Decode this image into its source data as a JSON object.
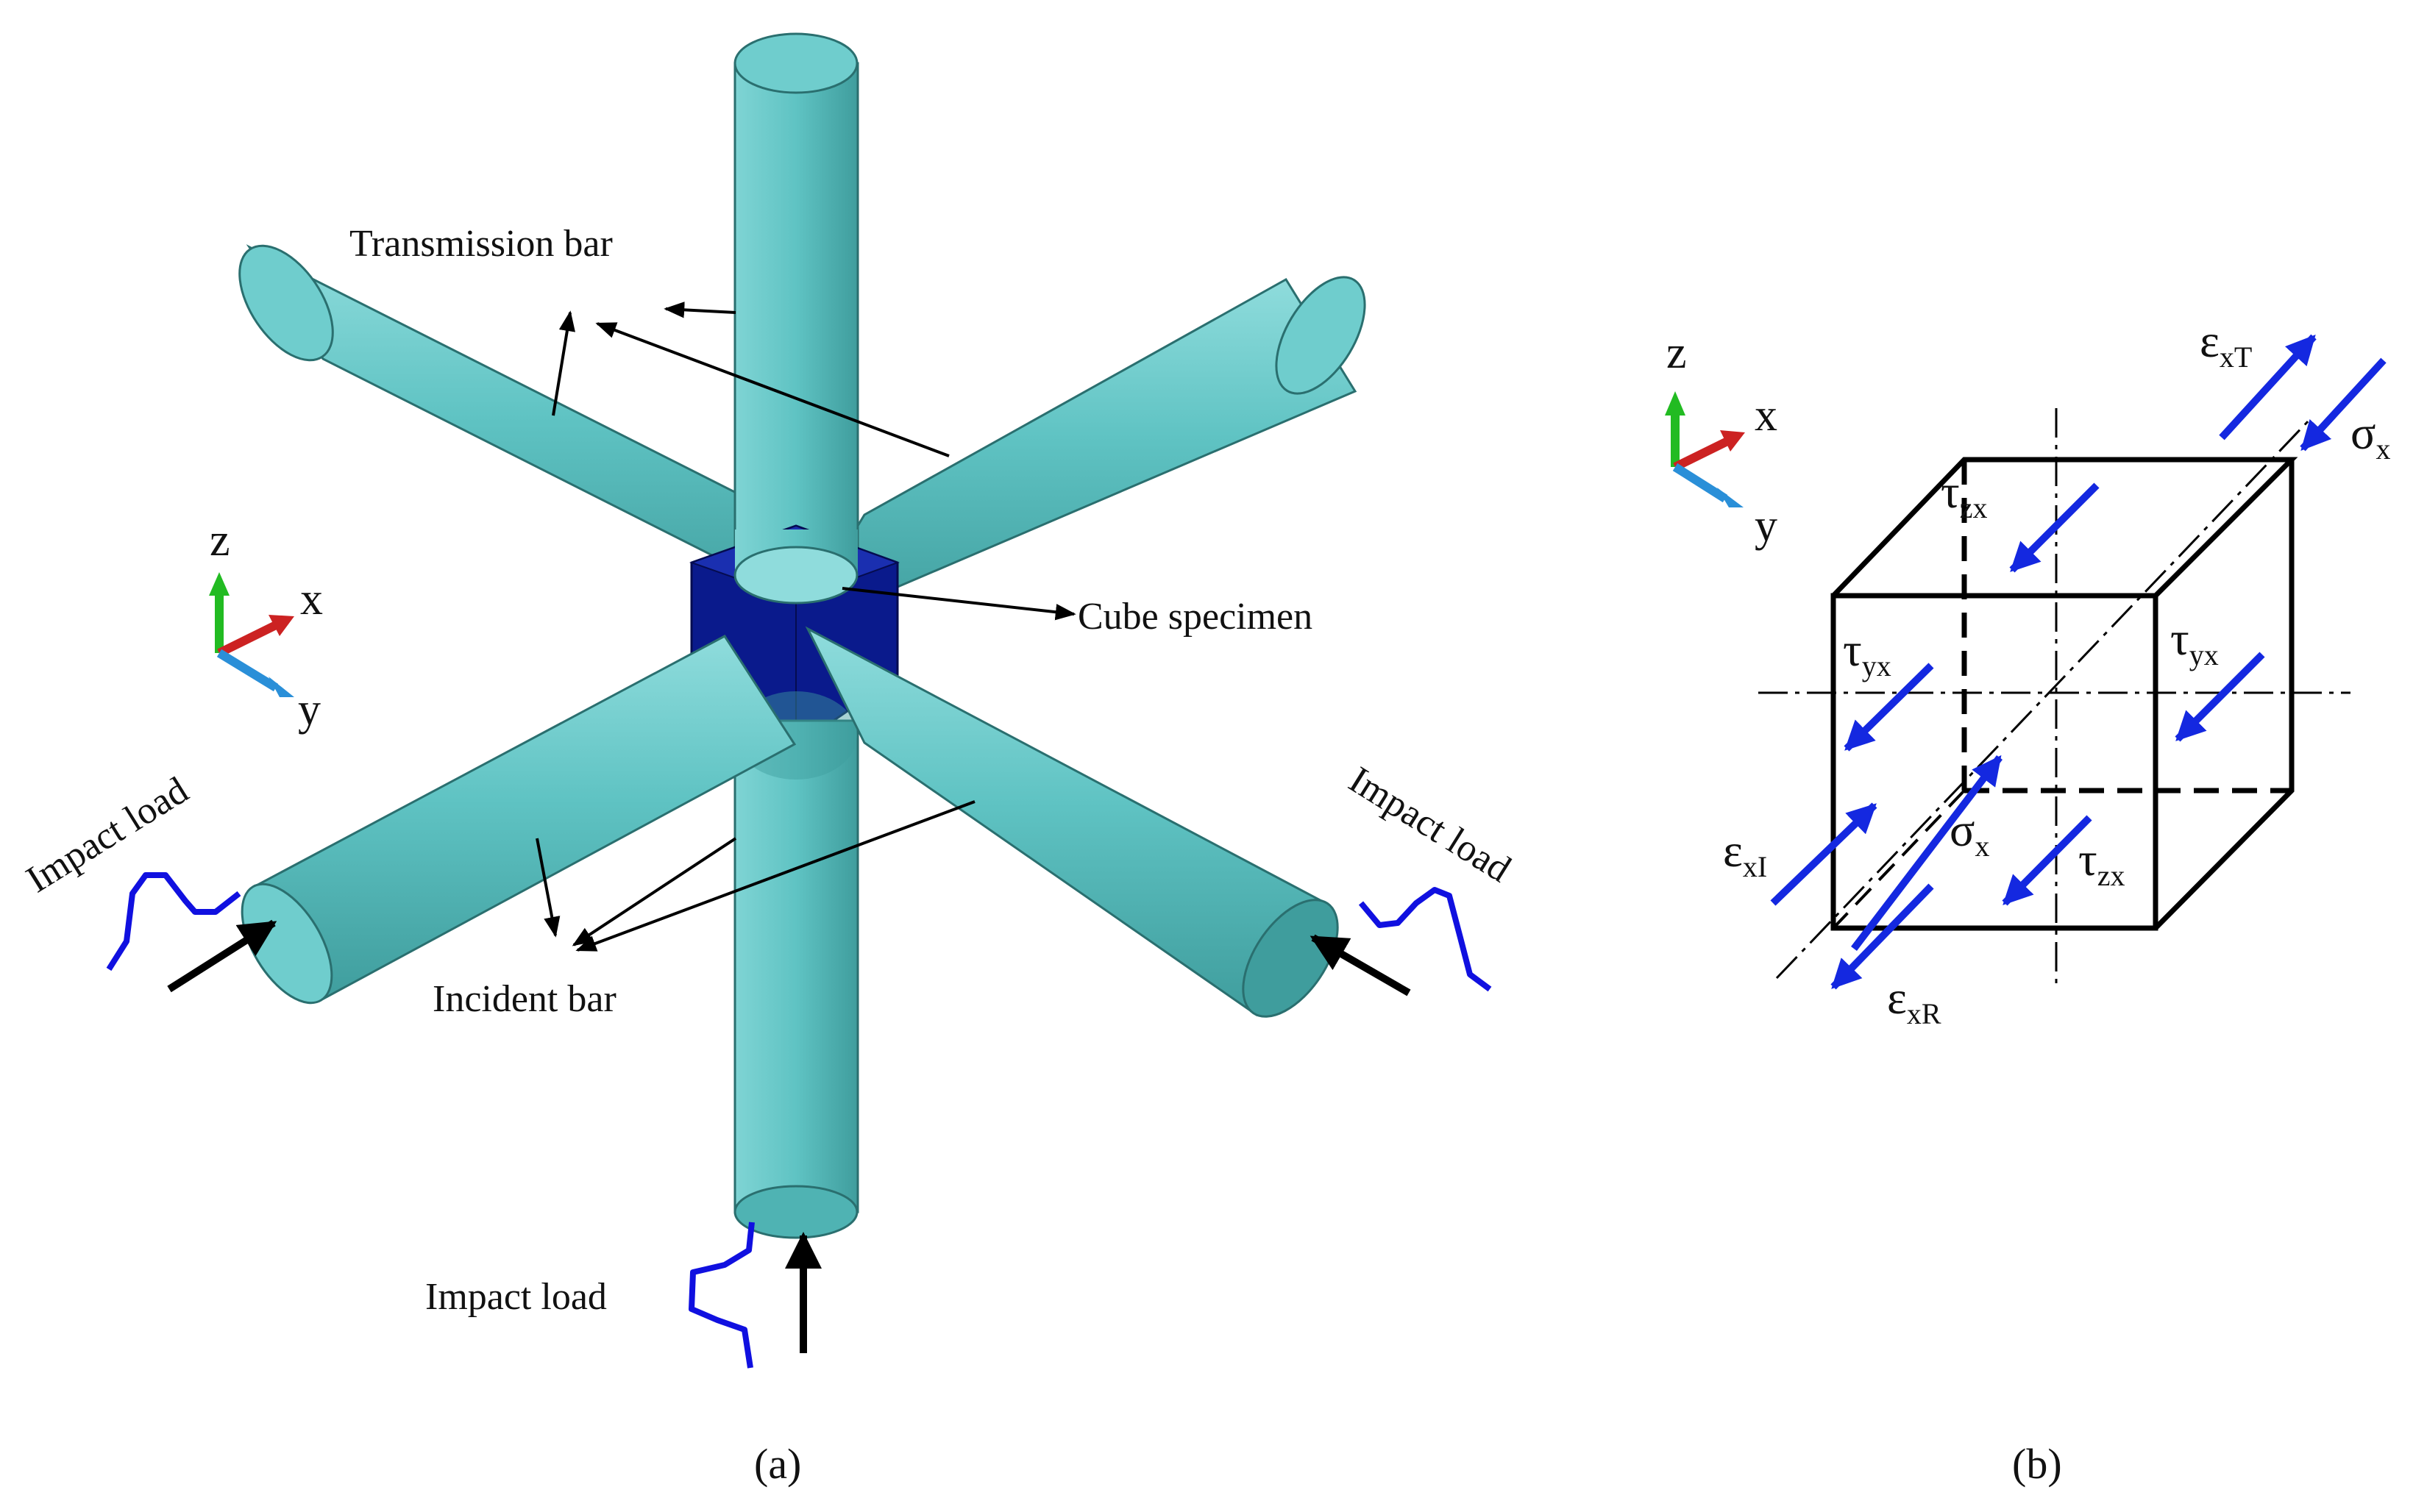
{
  "panel_a": {
    "label": "(a)",
    "transmission_bar": "Transmission bar",
    "cube_specimen": "Cube specimen",
    "incident_bar": "Incident bar",
    "impact_load_left": "Impact load",
    "impact_load_right": "Impact load",
    "impact_load_bottom": "Impact load",
    "axes": {
      "z": "z",
      "x": "x",
      "y": "y"
    }
  },
  "panel_b": {
    "label": "(b)",
    "axes": {
      "z": "z",
      "x": "x",
      "y": "y"
    },
    "eps_T": {
      "sym": "ε",
      "sub": "xT"
    },
    "sigma_top": {
      "sym": "σ",
      "sub": "x"
    },
    "tau_zx_top": {
      "sym": "τ",
      "sub": "zx"
    },
    "tau_yx_left": {
      "sym": "τ",
      "sub": "yx"
    },
    "tau_yx_right": {
      "sym": "τ",
      "sub": "yx"
    },
    "eps_I": {
      "sym": "ε",
      "sub": "xI"
    },
    "sigma_mid": {
      "sym": "σ",
      "sub": "x"
    },
    "tau_zx_bottom": {
      "sym": "τ",
      "sub": "zx"
    },
    "eps_R": {
      "sym": "ε",
      "sub": "xR"
    }
  },
  "colors": {
    "bar": "#5fc3c3",
    "bar_edge": "#2a6f6f",
    "cube": "#0a1a8c",
    "load_wave": "#1010e0",
    "stress_arrow": "#1428e0",
    "axis_z": "#22bb22",
    "axis_x": "#cc2222",
    "axis_y": "#2a8fd8"
  }
}
